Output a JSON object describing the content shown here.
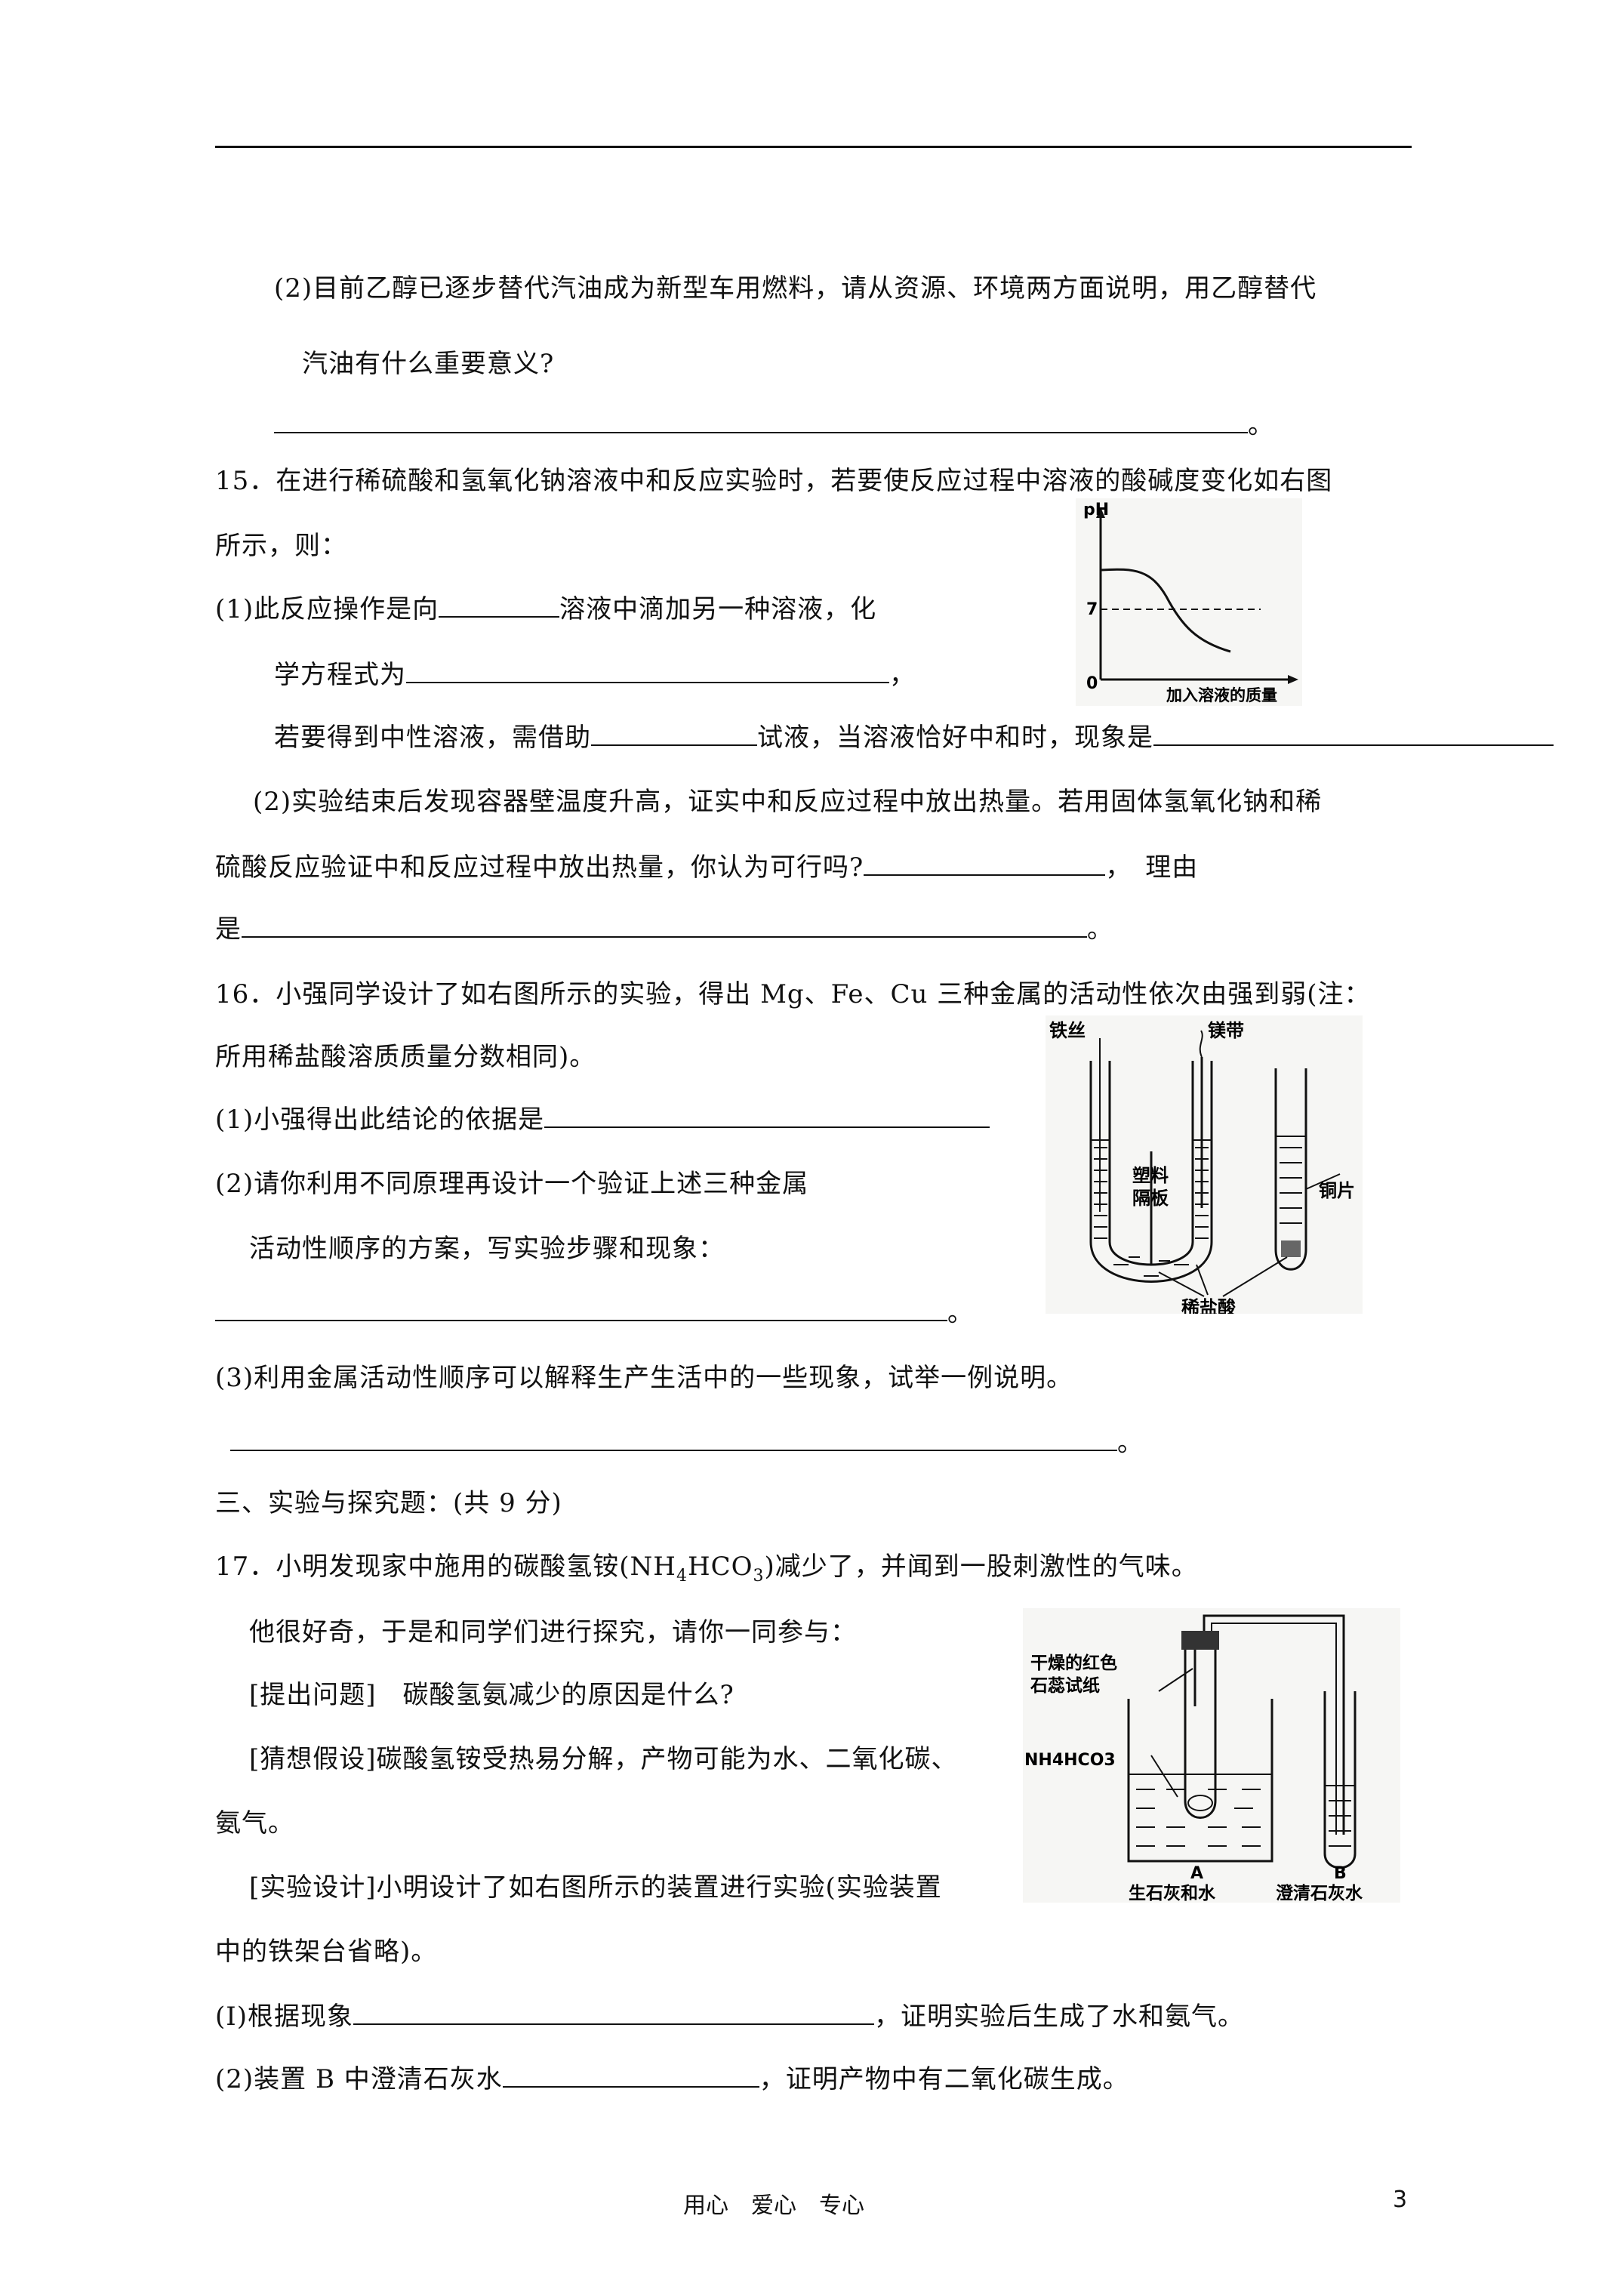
{
  "q14": {
    "part2_line1": "(2)目前乙醇已逐步替代汽油成为新型车用燃料，请从资源、环境两方面说明，用乙醇替代",
    "part2_line2": "汽油有什么重要意义?",
    "end": "。"
  },
  "q15": {
    "line1": "15．在进行稀硫酸和氢氧化钠溶液中和反应实验时，若要使反应过程中溶液的酸碱度变化如右图",
    "line2": "所示，则：",
    "p1_a": "(1)此反应操作是向",
    "p1_b": "溶液中滴加另一种溶液，化",
    "p1_c": "学方程式为",
    "p1_d": "，",
    "p1_e": "若要得到中性溶液，需借助",
    "p1_f": "试液，当溶液恰好中和时，现象是",
    "p2_line1": "(2)实验结束后发现容器壁温度升高，证实中和反应过程中放出热量。若用固体氢氧化钠和稀",
    "p2_line2a": "硫酸反应验证中和反应过程中放出热量，你认为可行吗?",
    "p2_line2b": "，　理由",
    "p2_line3a": "是",
    "end": "。",
    "figure": {
      "y_label": "pH",
      "tick_7": "7",
      "origin": "0",
      "x_label": "加入溶液的质量"
    }
  },
  "q16": {
    "line1": "16．小强同学设计了如右图所示的实验，得出 Mg、Fe、Cu 三种金属的活动性依次由强到弱(注：",
    "line2": "所用稀盐酸溶质质量分数相同)。",
    "p1": "(1)小强得出此结论的依据是",
    "p2_line1": "(2)请你利用不同原理再设计一个验证上述三种金属",
    "p2_line2": "活动性顺序的方案，写实验步骤和现象：",
    "p3": "(3)利用金属活动性顺序可以解释生产生活中的一些现象，试举一例说明。",
    "end": "。",
    "figure": {
      "label_iron": "铁丝",
      "label_mg": "镁带",
      "label_divider_1": "塑料",
      "label_divider_2": "隔板",
      "label_copper": "铜片",
      "label_acid": "稀盐酸"
    }
  },
  "section3": {
    "title": "三、实验与探究题：(共 9 分)"
  },
  "q17": {
    "line1_a": "17．小明发现家中施用的碳酸氢铵(NH",
    "line1_sub1": "4",
    "line1_b": "HCO",
    "line1_sub2": "3",
    "line1_c": ")减少了，并闻到一股刺激性的气味。",
    "line2": "他很好奇，于是和同学们进行探究，请你一同参与：",
    "line3": "[提出问题]　碳酸氢氨减少的原因是什么?",
    "line4": "[猜想假设]碳酸氢铵受热易分解，产物可能为水、二氧化碳、",
    "line5": "氨气。",
    "line6": "[实验设计]小明设计了如右图所示的装置进行实验(实验装置",
    "line7": "中的铁架台省略)。",
    "p1_a": "(I)根据现象",
    "p1_b": "，证明实验后生成了水和氨气。",
    "p2_a": "(2)装置 B 中澄清石灰水",
    "p2_b": "，证明产物中有二氧化碳生成。",
    "figure": {
      "label_paper_1": "干燥的红色",
      "label_paper_2": "石蕊试纸",
      "label_nh4hco3": "NH4HCO3",
      "label_a": "A",
      "label_b": "B",
      "label_lime_water": "生石灰和水",
      "label_clear_lime": "澄清石灰水"
    }
  },
  "footer": {
    "motto": "用心　爱心　专心",
    "page_number": "3"
  }
}
